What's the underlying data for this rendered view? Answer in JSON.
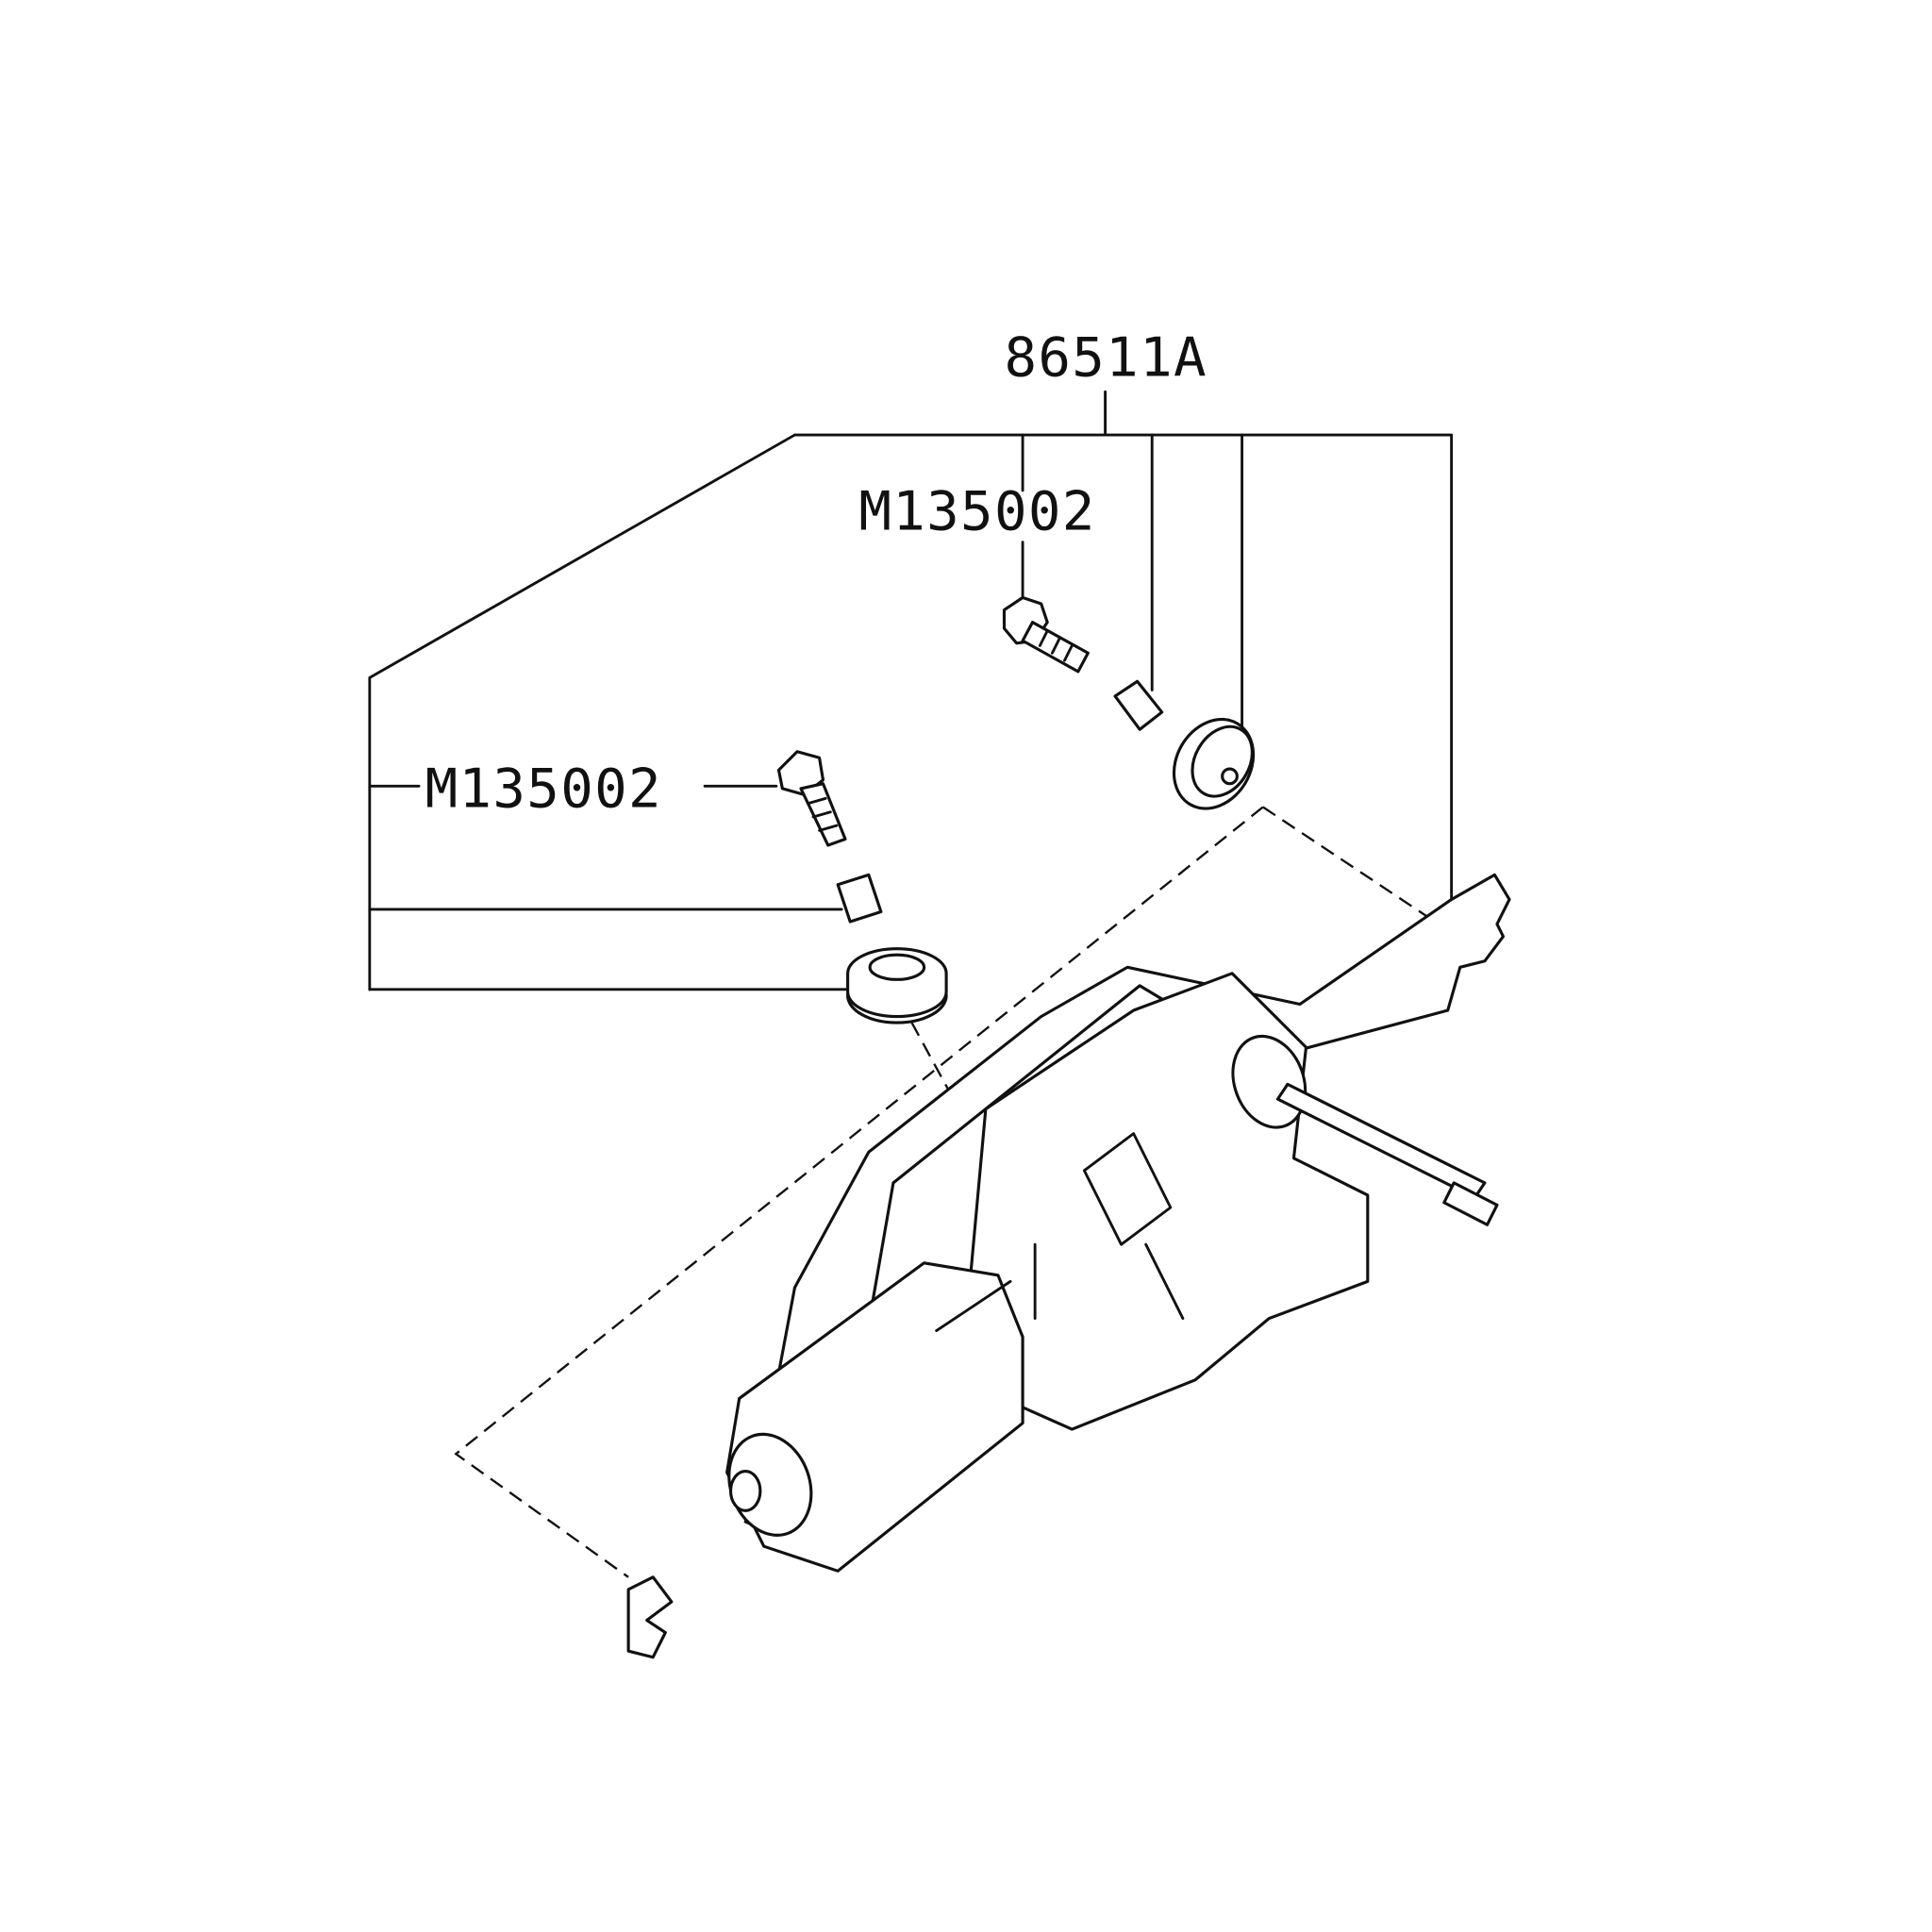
{
  "labels": {
    "assembly": "86511A",
    "bolt_upper": "M135002",
    "bolt_lower": "M135002"
  },
  "colors": {
    "line": "#111111",
    "background": "#ffffff"
  }
}
